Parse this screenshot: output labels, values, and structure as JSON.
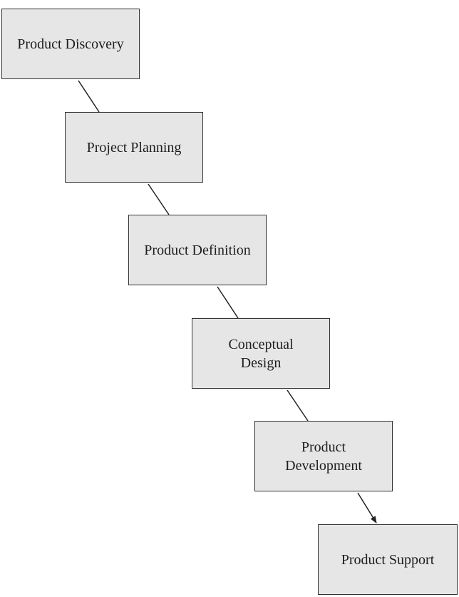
{
  "diagram": {
    "steps": [
      {
        "label": "Product Discovery"
      },
      {
        "label": "Project Planning"
      },
      {
        "label": "Product Definition"
      },
      {
        "label": "Conceptual\nDesign"
      },
      {
        "label": "Product\nDevelopment"
      },
      {
        "label": "Product Support"
      }
    ],
    "connections": [
      {
        "from": "Product Discovery",
        "to": "Project Planning",
        "arrowhead": false
      },
      {
        "from": "Project Planning",
        "to": "Product Definition",
        "arrowhead": false
      },
      {
        "from": "Product Definition",
        "to": "Conceptual Design",
        "arrowhead": false
      },
      {
        "from": "Conceptual Design",
        "to": "Product Development",
        "arrowhead": false
      },
      {
        "from": "Product Development",
        "to": "Product Support",
        "arrowhead": true
      }
    ],
    "colors": {
      "box_fill": "#e6e6e6",
      "box_border": "#333333",
      "line": "#222222",
      "text": "#1e1e1e"
    }
  }
}
